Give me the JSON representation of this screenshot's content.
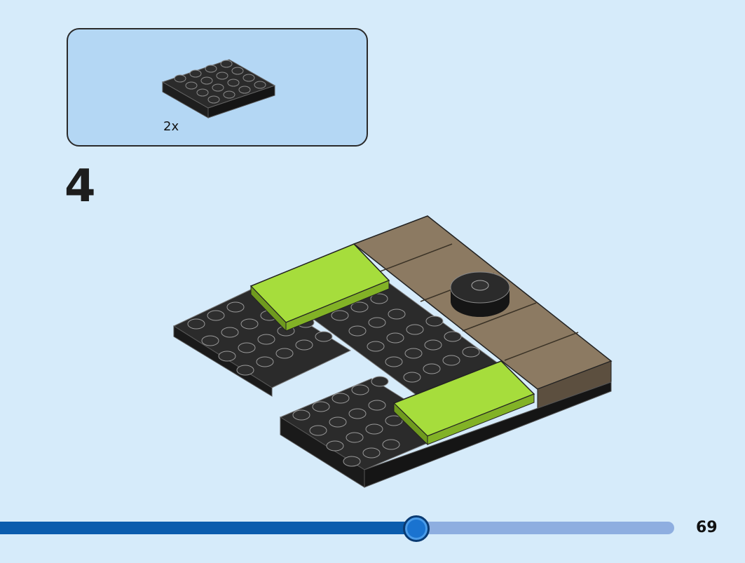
{
  "parts": {
    "quantity": "2x",
    "part": "black-4x4-plate"
  },
  "step": {
    "number": "4"
  },
  "progress": {
    "fraction": 0.616
  },
  "page": {
    "number": "69"
  },
  "colors": {
    "background": "#d6ebfa",
    "parts_box": "#b4d7f4",
    "plate_black": "#2b2b2b",
    "tile_lime": "#9fd833",
    "tile_tan": "#8c7a62",
    "progress_fill": "#0b5cad",
    "progress_track": "#8eaee0"
  }
}
